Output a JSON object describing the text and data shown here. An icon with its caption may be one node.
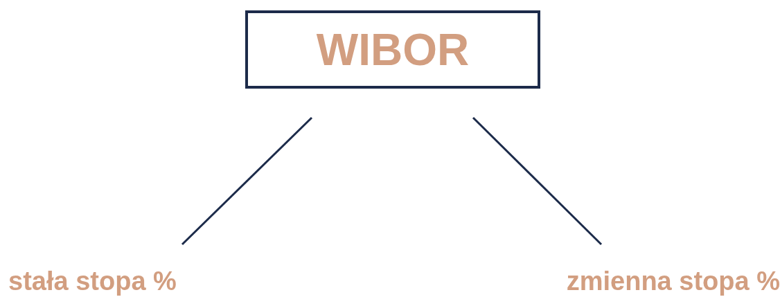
{
  "diagram": {
    "nodes": [
      {
        "text": [
          "WIBOR"
        ]
      },
      {
        "text": [
          "stała stopa %"
        ]
      },
      {
        "text": [
          "zmienna stopa %"
        ]
      }
    ],
    "edges": [
      {
        "from": 0,
        "to": 1,
        "arrow": "none"
      },
      {
        "from": 0,
        "to": 2,
        "arrow": "none"
      }
    ]
  }
}
